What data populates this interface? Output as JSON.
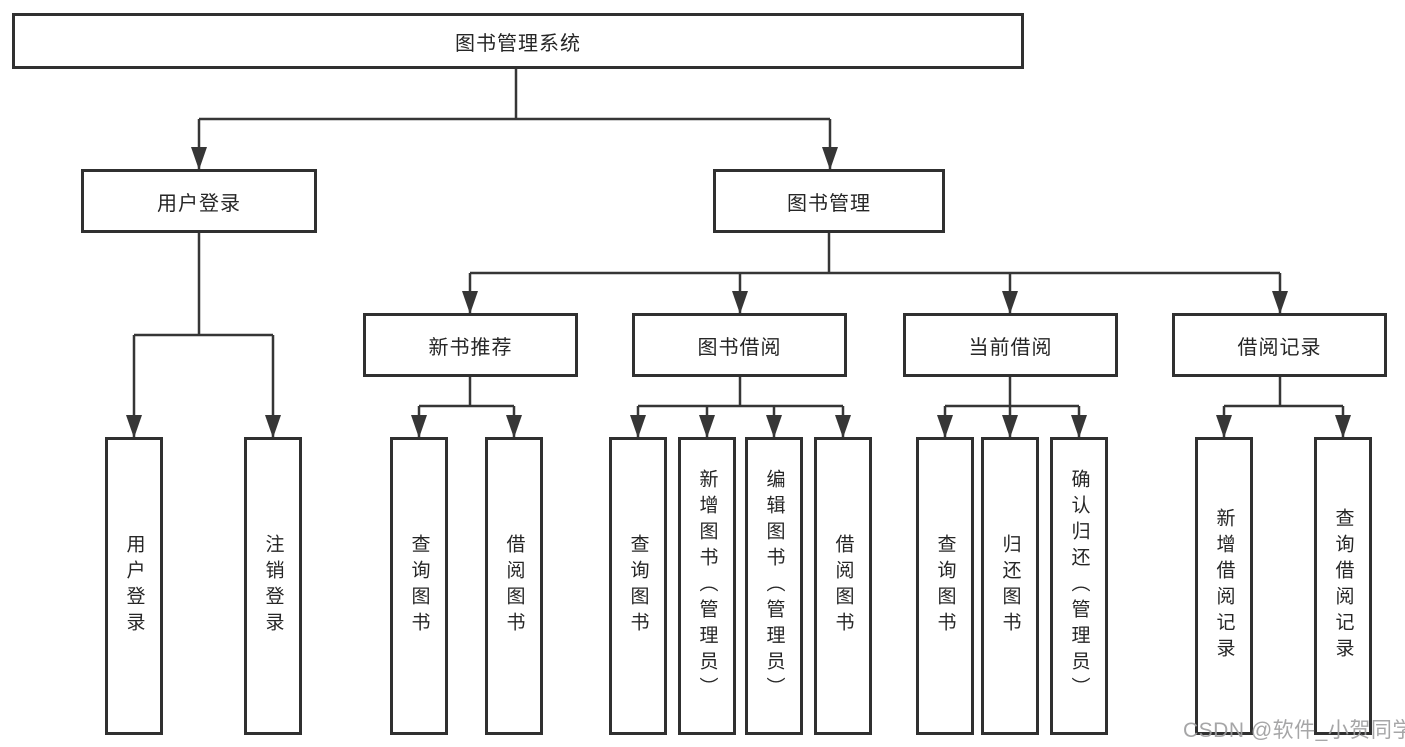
{
  "diagram_title": "图书管理系统",
  "watermark": "CSDN @软件_小贺同学",
  "colors": {
    "node_border": "#303030",
    "connector_line": "#363636",
    "text": "#262626",
    "watermark": "#9e9ea0",
    "background": "#ffffff"
  },
  "nodes": {
    "root": {
      "label": "图书管理系统"
    },
    "level2": [
      {
        "label": "用户登录"
      },
      {
        "label": "图书管理"
      }
    ],
    "level3": [
      {
        "label": "新书推荐",
        "parent": "图书管理"
      },
      {
        "label": "图书借阅",
        "parent": "图书管理"
      },
      {
        "label": "当前借阅",
        "parent": "图书管理"
      },
      {
        "label": "借阅记录",
        "parent": "图书管理"
      }
    ],
    "leaves": [
      {
        "label": "用户登录",
        "parent": "用户登录"
      },
      {
        "label": "注销登录",
        "parent": "用户登录"
      },
      {
        "label": "查询图书",
        "parent": "新书推荐"
      },
      {
        "label": "借阅图书",
        "parent": "新书推荐"
      },
      {
        "label": "查询图书",
        "parent": "图书借阅"
      },
      {
        "label": "新增图书（管理员）",
        "parent": "图书借阅"
      },
      {
        "label": "编辑图书（管理员）",
        "parent": "图书借阅"
      },
      {
        "label": "借阅图书",
        "parent": "图书借阅"
      },
      {
        "label": "查询图书",
        "parent": "当前借阅"
      },
      {
        "label": "归还图书",
        "parent": "当前借阅"
      },
      {
        "label": "确认归还（管理员）",
        "parent": "当前借阅"
      },
      {
        "label": "新增借阅记录",
        "parent": "借阅记录"
      },
      {
        "label": "查询借阅记录",
        "parent": "借阅记录"
      }
    ]
  }
}
